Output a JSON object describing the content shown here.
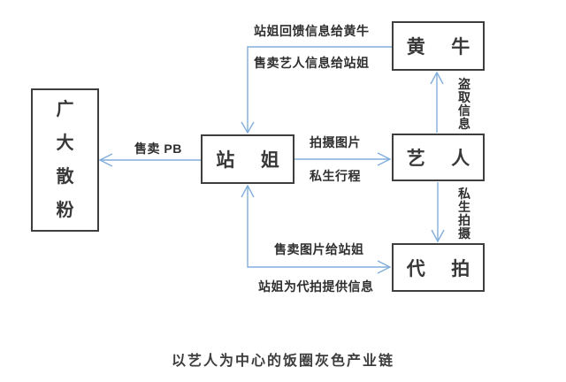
{
  "diagram": {
    "caption": "以艺人为中心的饭圈灰色产业链",
    "nodes": {
      "fans": {
        "label": "广大散粉"
      },
      "zhanjie": {
        "label": "站姐"
      },
      "scalper": {
        "label": "黄牛"
      },
      "artist": {
        "label": "艺人"
      },
      "daipai": {
        "label": "代拍"
      }
    },
    "edges": {
      "feedback_to_scalper": "站姐回馈信息给黄牛",
      "sell_artist_info": "售卖艺人信息给站姐",
      "sell_pb": "售卖 PB",
      "shoot_pictures": "拍摄图片",
      "private_schedule": "私生行程",
      "steal_info": "盗取信息",
      "private_shooting": "私生拍摄",
      "sell_pics_to_zhanjie": "售卖图片给站姐",
      "provide_info_daipai": "站姐为代拍提供信息"
    },
    "colors": {
      "arrow": "#82aedb",
      "box_border": "#3e3e3e",
      "text": "#2f2f2f",
      "background": "#ffffff"
    }
  }
}
